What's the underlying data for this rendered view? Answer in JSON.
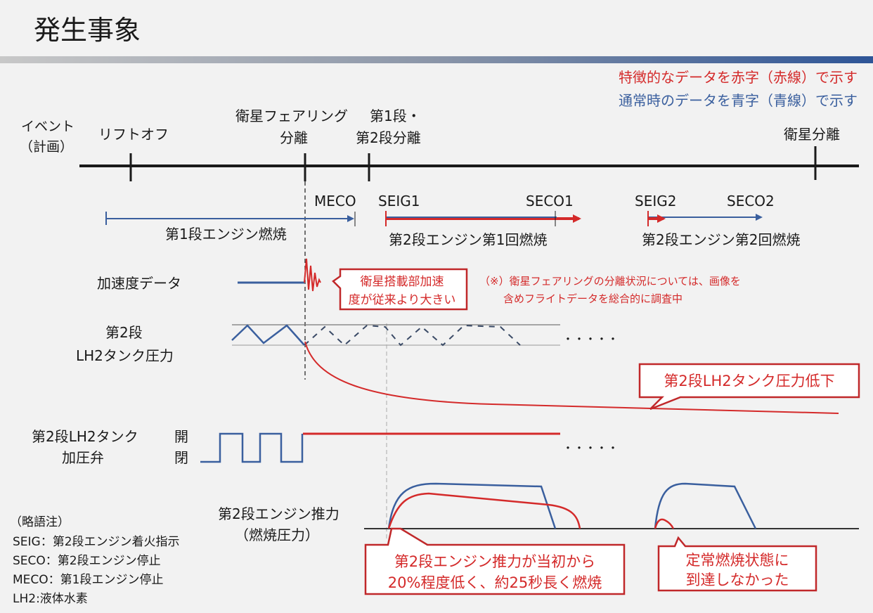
{
  "title": "発生事象",
  "legend": {
    "red_note": "特徴的なデータを赤字（赤線）で示す",
    "blue_note": "通常時のデータを青字（青線）で示す"
  },
  "colors": {
    "red": "#d42a2a",
    "blue": "#3a5f9e",
    "black": "#1a1a1a"
  },
  "events": {
    "row_label_1": "イベント",
    "row_label_2": "（計画）",
    "liftoff": "リフトオフ",
    "fairing_1": "衛星フェアリング",
    "fairing_2": "分離",
    "stage_sep_1": "第1段・",
    "stage_sep_2": "第2段分離",
    "satellite_sep": "衛星分離"
  },
  "burns": {
    "meco": "MECO",
    "seig1": "SEIG1",
    "seco1": "SECO1",
    "seig2": "SEIG2",
    "seco2": "SECO2",
    "stage1_burn": "第1段エンジン燃焼",
    "stage2_burn1": "第2段エンジン第1回燃焼",
    "stage2_burn2": "第2段エンジン第2回燃焼"
  },
  "accel": {
    "label": "加速度データ",
    "callout_1": "衛星搭載部加速",
    "callout_2": "度が従来より大きい",
    "note_1": "（※）衛星フェアリングの分離状況については、画像を",
    "note_2": "含めフライトデータを総合的に調査中"
  },
  "tank": {
    "label_1": "第2段",
    "label_2": "LH2タンク圧力",
    "dots": "・・・・・",
    "callout": "第2段LH2タンク圧力低下"
  },
  "valve": {
    "label_1": "第2段LH2タンク",
    "label_2": "加圧弁",
    "open": "開",
    "closed": "閉",
    "dots": "・・・・・"
  },
  "thrust": {
    "label_1": "第2段エンジン推力",
    "label_2": "（燃焼圧力）",
    "callout1_1": "第2段エンジン推力が当初から",
    "callout1_2": "20%程度低く、約25秒長く燃焼",
    "callout2_1": "定常燃焼状態に",
    "callout2_2": "到達しなかった"
  },
  "abbreviations": {
    "heading": "（略語注）",
    "items": [
      "SEIG：第2段エンジン着火指示",
      "SECO：第2段エンジン停止",
      "MECO：第1段エンジン停止",
      "LH2:液体水素"
    ]
  }
}
